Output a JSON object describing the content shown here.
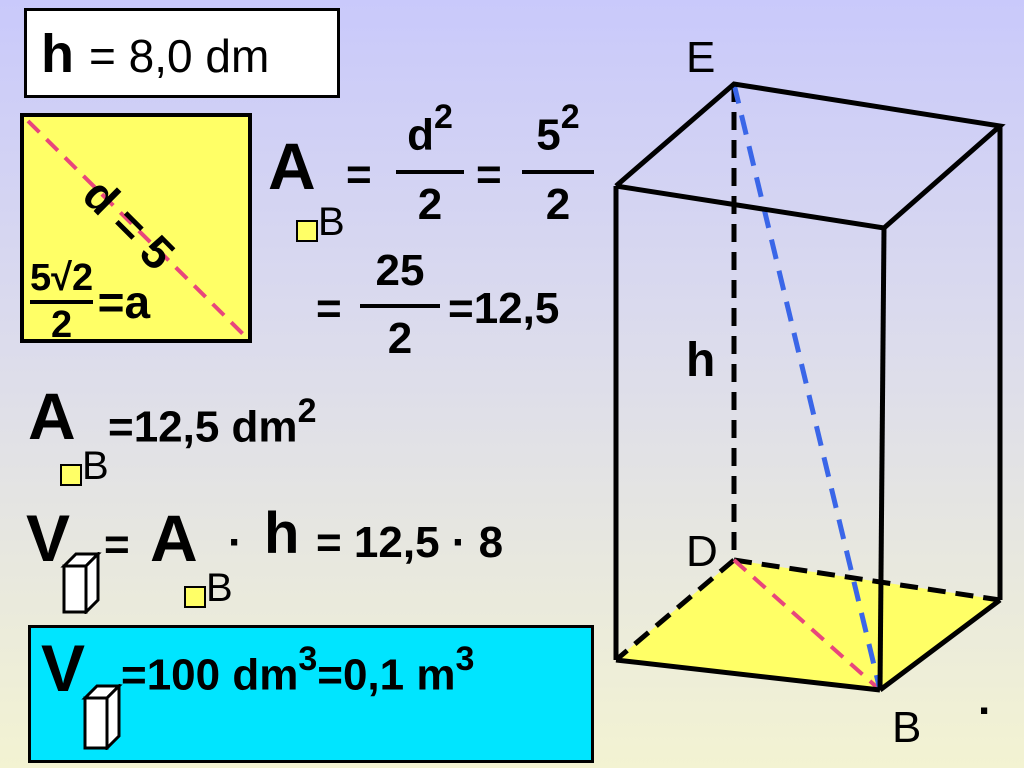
{
  "height_box": {
    "var": "h",
    "eq": "= 8,0 dm"
  },
  "square": {
    "diag_label": "d = 5",
    "side_num": "5√2",
    "side_den": "2",
    "side_eq": "=a"
  },
  "area_formula": {
    "A": "A",
    "sub": "B",
    "eq1": "=",
    "d_var": "d",
    "exp": "2",
    "den1": "2",
    "eq2": "=",
    "five": "5",
    "exp2": "2",
    "den2": "2",
    "eq3": "=",
    "num3": "25",
    "den3": "2",
    "result": "=12,5"
  },
  "area_result": {
    "A": "A",
    "sub": "B",
    "text": "=12,5 dm",
    "exp": "2"
  },
  "volume_formula": {
    "V": "V",
    "eq": "=",
    "A": "A",
    "sub": "B",
    "dot": "·",
    "h": "h",
    "rhs": "= 12,5 · 8"
  },
  "volume_result": {
    "V": "V",
    "text1": "=100 dm",
    "exp1": "3",
    "text2": "=0,1 m",
    "exp2": "3"
  },
  "prism_labels": {
    "E": "E",
    "D": "D",
    "B": "B",
    "h": "h",
    "dot": "."
  },
  "colors": {
    "yellow": "#ffff66",
    "cyan": "#00e5ff",
    "pink_dash": "#e8467c",
    "blue_dash": "#3a66e8"
  }
}
